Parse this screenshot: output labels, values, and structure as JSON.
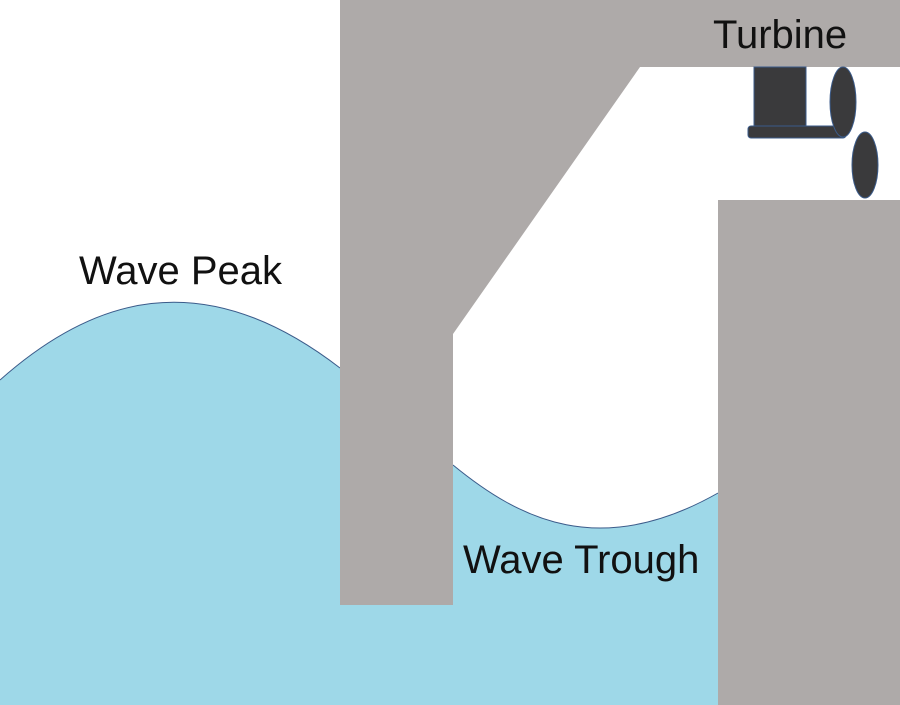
{
  "labels": {
    "turbine": "Turbine",
    "wave_peak": "Wave Peak",
    "wave_trough": "Wave Trough"
  },
  "colors": {
    "water": "#9ed8e8",
    "structure": "#aeaaa9",
    "turbine": "#3a3a3c",
    "outline": "#3b5b8a",
    "background": "#ffffff"
  }
}
